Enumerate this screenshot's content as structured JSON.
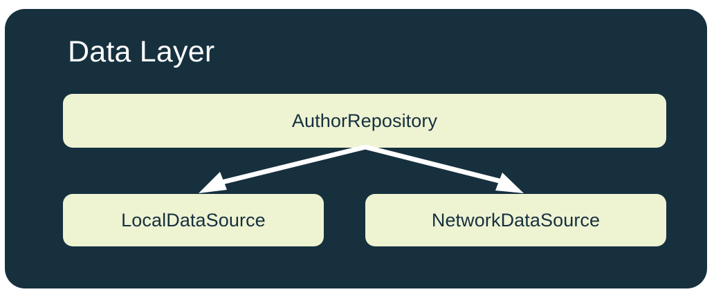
{
  "diagram": {
    "type": "architecture-dependency-diagram",
    "title": "Data Layer",
    "panel_color": "#16303E",
    "node_fill_color": "#EEF3D2",
    "node_text_color": "#16303E",
    "title_color": "#FFFFFF",
    "arrow_color": "#FFFFFF",
    "background_color": "#FFFFFF",
    "nodes": [
      {
        "id": "repository",
        "label": "AuthorRepository",
        "role": "repository",
        "row": 1
      },
      {
        "id": "local",
        "label": "LocalDataSource",
        "role": "data-source",
        "row": 2
      },
      {
        "id": "network",
        "label": "NetworkDataSource",
        "role": "data-source",
        "row": 2
      }
    ],
    "edges": [
      {
        "from": "repository",
        "to": "local",
        "style": "solid",
        "arrowhead": "filled-triangle",
        "direction": "down-left"
      },
      {
        "from": "repository",
        "to": "network",
        "style": "solid",
        "arrowhead": "filled-triangle",
        "direction": "down-right"
      }
    ]
  }
}
